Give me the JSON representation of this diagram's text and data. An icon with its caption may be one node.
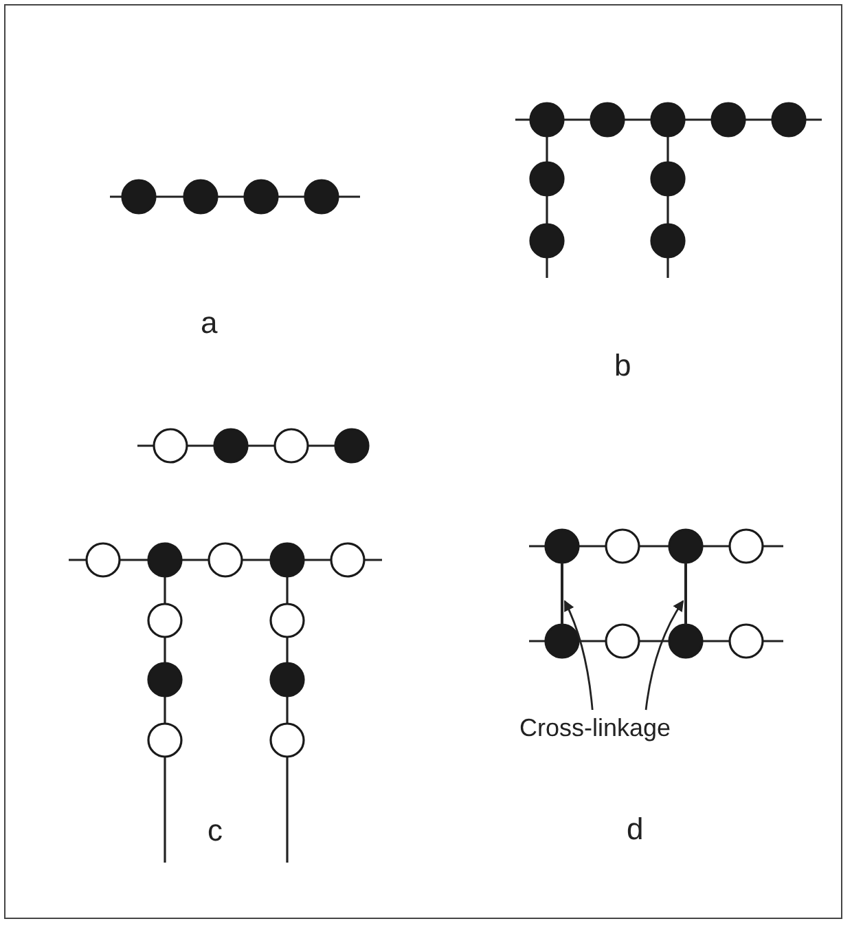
{
  "diagram": {
    "nodes": [
      {
        "text": [
          "Cross-linkage"
        ]
      },
      {
        "text": [],
        "shape": "line"
      },
      {
        "text": [],
        "shape": "line"
      }
    ],
    "edges": [
      {
        "from": 0,
        "to": 1,
        "arrow": "to"
      },
      {
        "from": 0,
        "to": 2,
        "arrow": "to"
      }
    ],
    "labels": [
      "a",
      "b",
      "c",
      "d"
    ]
  }
}
